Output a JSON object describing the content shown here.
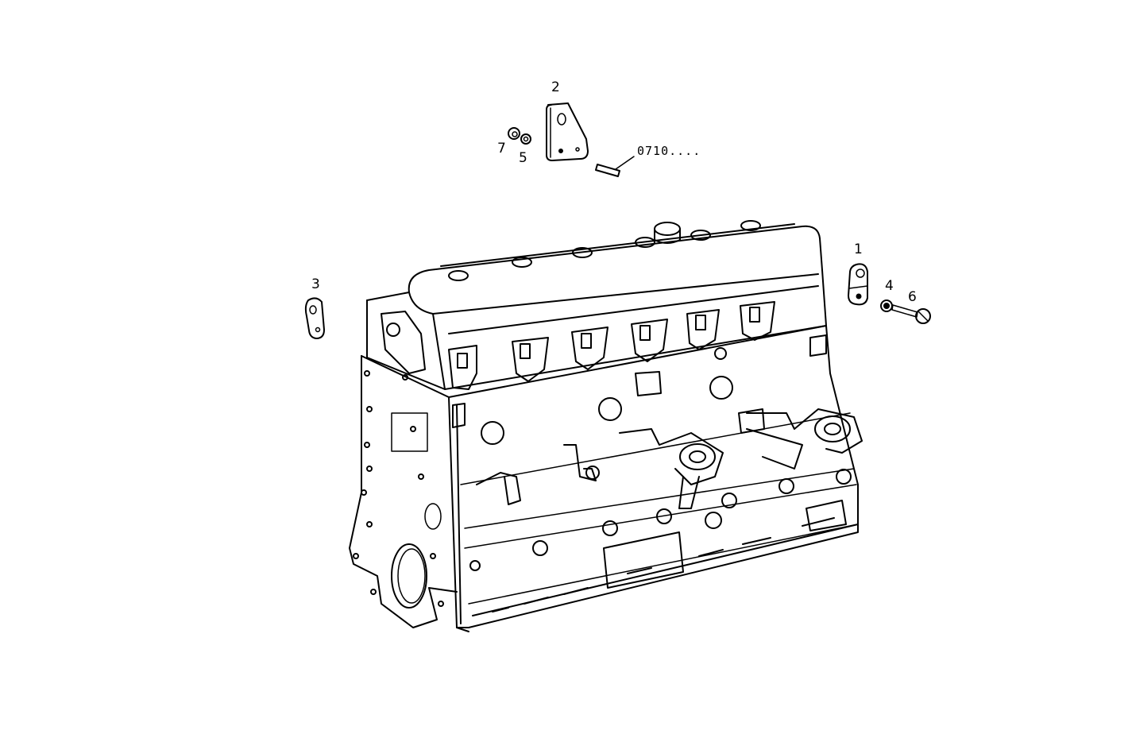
{
  "diagram": {
    "type": "exploded-parts-diagram",
    "subject": "engine crankcase / cylinder block with lifting brackets",
    "callouts": [
      {
        "id": "1",
        "label": "1",
        "part": "lifting bracket (rear right)"
      },
      {
        "id": "2",
        "label": "2",
        "part": "lifting bracket plate (top)"
      },
      {
        "id": "3",
        "label": "3",
        "part": "lifting bracket (front left)"
      },
      {
        "id": "4",
        "label": "4",
        "part": "washer"
      },
      {
        "id": "5",
        "label": "5",
        "part": "washer"
      },
      {
        "id": "6",
        "label": "6",
        "part": "bolt"
      },
      {
        "id": "7",
        "label": "7",
        "part": "nut"
      }
    ],
    "reference": {
      "label": "0710....",
      "part": "stud / pin"
    }
  }
}
